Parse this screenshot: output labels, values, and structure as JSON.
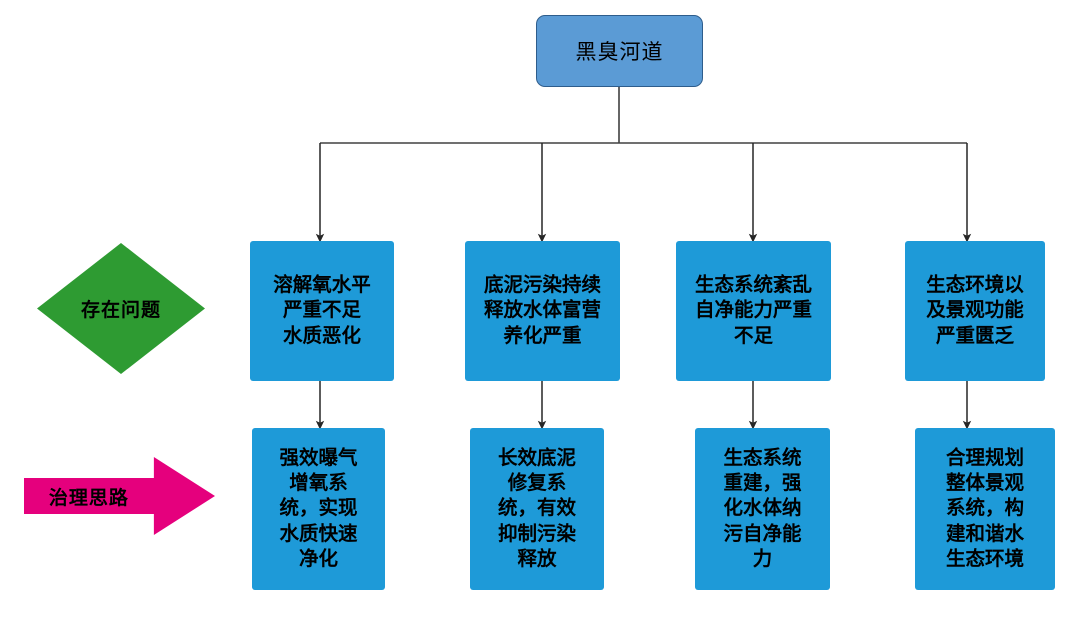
{
  "diagram": {
    "title_node": {
      "label": "黑臭河道",
      "fill": "#5b9bd5",
      "border": "#2e5d8c"
    },
    "legend": {
      "problem_marker": {
        "label": "存在问题",
        "shape": "diamond",
        "fill": "#2e9b32"
      },
      "solution_marker": {
        "label": "治理思路",
        "shape": "right-arrow",
        "fill": "#e5007d"
      }
    },
    "node_fill": "#1e9ad8",
    "problems": [
      {
        "label": "溶解氧水平\n严重不足\n水质恶化"
      },
      {
        "label": "底泥污染持续\n释放水体富营\n养化严重"
      },
      {
        "label": "生态系统紊乱\n自净能力严重\n不足"
      },
      {
        "label": "生态环境以\n及景观功能\n严重匮乏"
      }
    ],
    "solutions": [
      {
        "label": "强效曝气\n增氧系\n统，实现\n水质快速\n净化"
      },
      {
        "label": "长效底泥\n修复系\n统，有效\n抑制污染\n释放"
      },
      {
        "label": "生态系统\n重建，强\n化水体纳\n污自净能\n力"
      },
      {
        "label": "合理规划\n整体景观\n系统，构\n建和谐水\n生态环境"
      }
    ]
  }
}
